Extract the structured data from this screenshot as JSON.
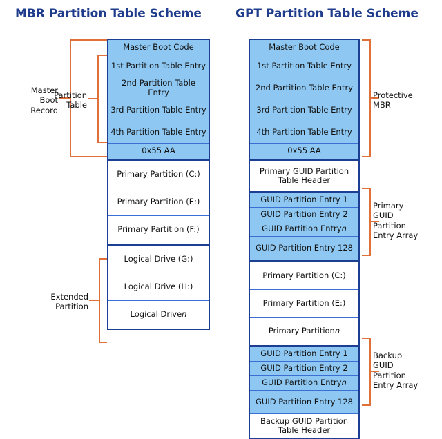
{
  "diagram": {
    "mbr": {
      "title": "MBR Partition Table Scheme",
      "rows": [
        {
          "label": "Master Boot Code",
          "blue": true
        },
        {
          "label": "1st Partition Table Entry",
          "blue": true
        },
        {
          "label": "2nd Partition Table Entry",
          "blue": true
        },
        {
          "label": "3rd Partition Table Entry",
          "blue": true
        },
        {
          "label": "4th Partition Table Entry",
          "blue": true
        },
        {
          "label": "0x55 AA",
          "blue": true
        },
        {
          "label": "Primary Partition (C:)",
          "blue": false
        },
        {
          "label": "Primary Partition (E:)",
          "blue": false
        },
        {
          "label": "Primary Partition (F:)",
          "blue": false
        },
        {
          "label": "Logical Drive (G:)",
          "blue": false
        },
        {
          "label": "Logical Drive (H:)",
          "blue": false
        },
        {
          "label": "Logical Drive n",
          "blue": false
        }
      ],
      "annotations": [
        {
          "label": "Master\nBoot\nRecord",
          "covers": "Master Boot Code through 0x55 AA",
          "side": "left"
        },
        {
          "label": "Partition\nTable",
          "covers": "1st through 4th Partition Table Entry",
          "side": "left"
        },
        {
          "label": "Extended\nPartition",
          "covers": "Logical Drive (G:) through Logical Drive n",
          "side": "left"
        }
      ]
    },
    "gpt": {
      "title": "GPT Partition Table Scheme",
      "rows": [
        {
          "label": "Master Boot Code",
          "blue": true
        },
        {
          "label": "1st Partition Table Entry",
          "blue": true
        },
        {
          "label": "2nd Partition Table Entry",
          "blue": true
        },
        {
          "label": "3rd Partition Table Entry",
          "blue": true
        },
        {
          "label": "4th Partition Table Entry",
          "blue": true
        },
        {
          "label": "0x55 AA",
          "blue": true
        },
        {
          "label": "Primary GUID Partition Table Header",
          "blue": false
        },
        {
          "label": "GUID Partition Entry 1",
          "blue": true
        },
        {
          "label": "GUID Partition Entry 2",
          "blue": true
        },
        {
          "label": "GUID Partition Entry n",
          "blue": true
        },
        {
          "label": "GUID Partition Entry 128",
          "blue": true
        },
        {
          "label": "Primary Partition (C:)",
          "blue": false
        },
        {
          "label": "Primary Partition (E:)",
          "blue": false
        },
        {
          "label": "Primary Partition n",
          "blue": false
        },
        {
          "label": "GUID Partition Entry 1",
          "blue": true
        },
        {
          "label": "GUID Partition Entry 2",
          "blue": true
        },
        {
          "label": "GUID Partition Entry n",
          "blue": true
        },
        {
          "label": "GUID Partition Entry 128",
          "blue": true
        },
        {
          "label": "Backup GUID Partition Table Header",
          "blue": false
        }
      ],
      "annotations": [
        {
          "label": "Protective\nMBR",
          "covers": "Master Boot Code through 0x55 AA",
          "side": "right"
        },
        {
          "label": "Primary\nGUID\nPartition\nEntry Array",
          "covers": "GUID Partition Entry 1 through 128",
          "side": "right"
        },
        {
          "label": "Backup\nGUID\nPartition\nEntry Array",
          "covers": "GUID Partition Entry 1 through 128",
          "side": "right"
        }
      ]
    }
  },
  "colors": {
    "title": "#1f3d8c",
    "box_border": "#1c3f94",
    "row_divider": "#3b6fd4",
    "blue_fill": "#8ec8f2",
    "bracket": "#e0703a",
    "text": "#111111",
    "background": "#ffffff"
  }
}
